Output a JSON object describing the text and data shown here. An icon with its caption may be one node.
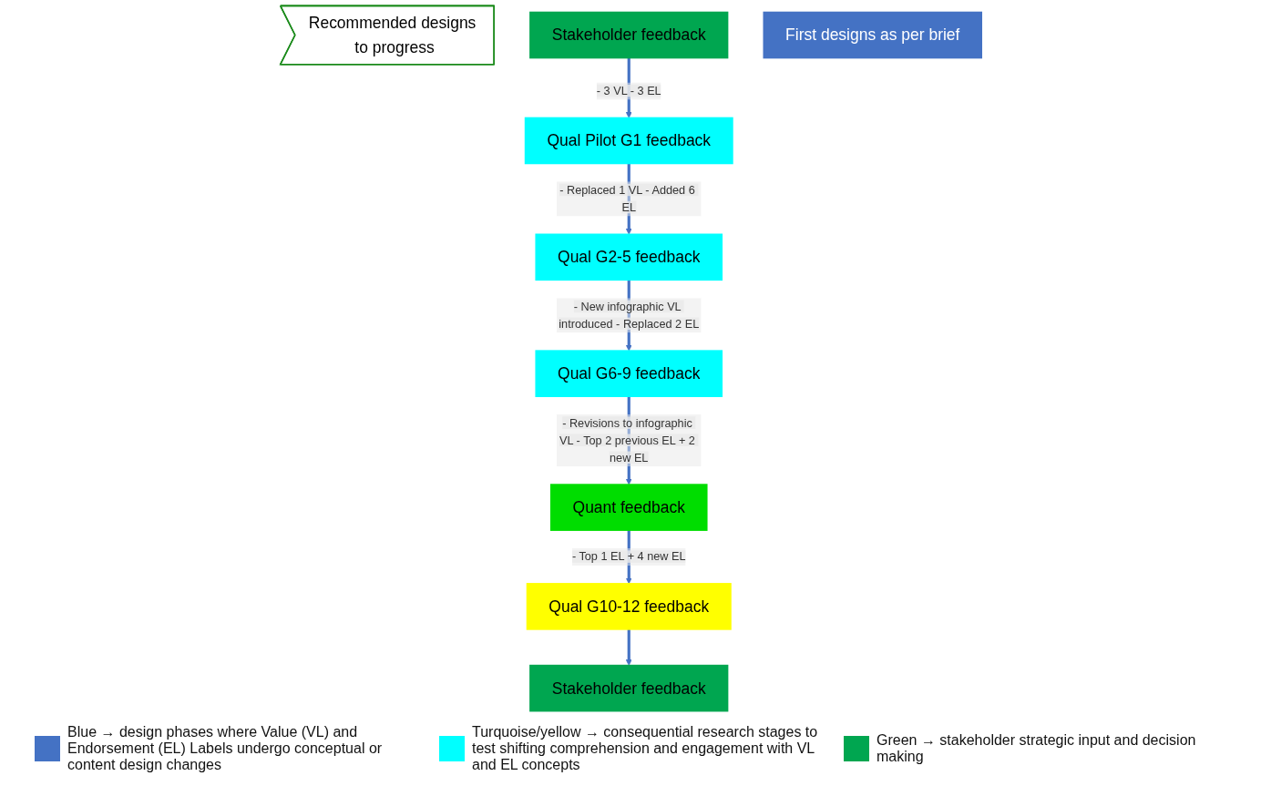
{
  "diagram": {
    "nodes": [
      {
        "text": [
          "Qual G10-12 feedback"
        ]
      },
      {
        "text": [
          "Stakeholder feedback"
        ]
      },
      {
        "text": [
          "Recommended designs to progress"
        ]
      },
      {
        "text": [
          "Quant feedback"
        ]
      },
      {
        "text": [
          "Stakeholder feedback"
        ]
      },
      {
        "text": [
          "First designs as per brief"
        ]
      },
      {
        "text": [
          "Qual Pilot G1 feedback"
        ]
      },
      {
        "text": [
          "Qual G6-9 feedback"
        ]
      },
      {
        "text": [
          "Qual G2-5 feedback"
        ]
      }
    ],
    "edges": [
      {
        "from": 3,
        "to": 0,
        "arrow": "to",
        "label": "- Top 1 EL + 4 new EL"
      },
      {
        "from": 0,
        "to": 1,
        "arrow": "to"
      },
      {
        "from": 4,
        "to": 6,
        "arrow": "to",
        "label": "- 3 VL - 3 EL"
      },
      {
        "from": 6,
        "to": 8,
        "arrow": "to",
        "label": "- Replaced 1 VL - Added 6 EL"
      },
      {
        "from": 8,
        "to": 7,
        "arrow": "to",
        "label": "- New infographic VL introduced - Replaced 2 EL"
      },
      {
        "from": 7,
        "to": 3,
        "arrow": "to",
        "label": "- Revisions to infographic VL - Top 2 previous EL + 2 new EL"
      }
    ],
    "legend": [
      {
        "text": "Blue → design phases where Value (VL) and Endorsement (EL) Labels undergo conceptual or content design changes",
        "color": "#4472c4"
      },
      {
        "text": "Turquoise/yellow → consequential research stages to test shifting comprehension and engagement with VL and EL concepts",
        "color": "#00ffff"
      },
      {
        "text": "Green → stakeholder strategic input and decision making",
        "color": "#00a650"
      }
    ]
  }
}
